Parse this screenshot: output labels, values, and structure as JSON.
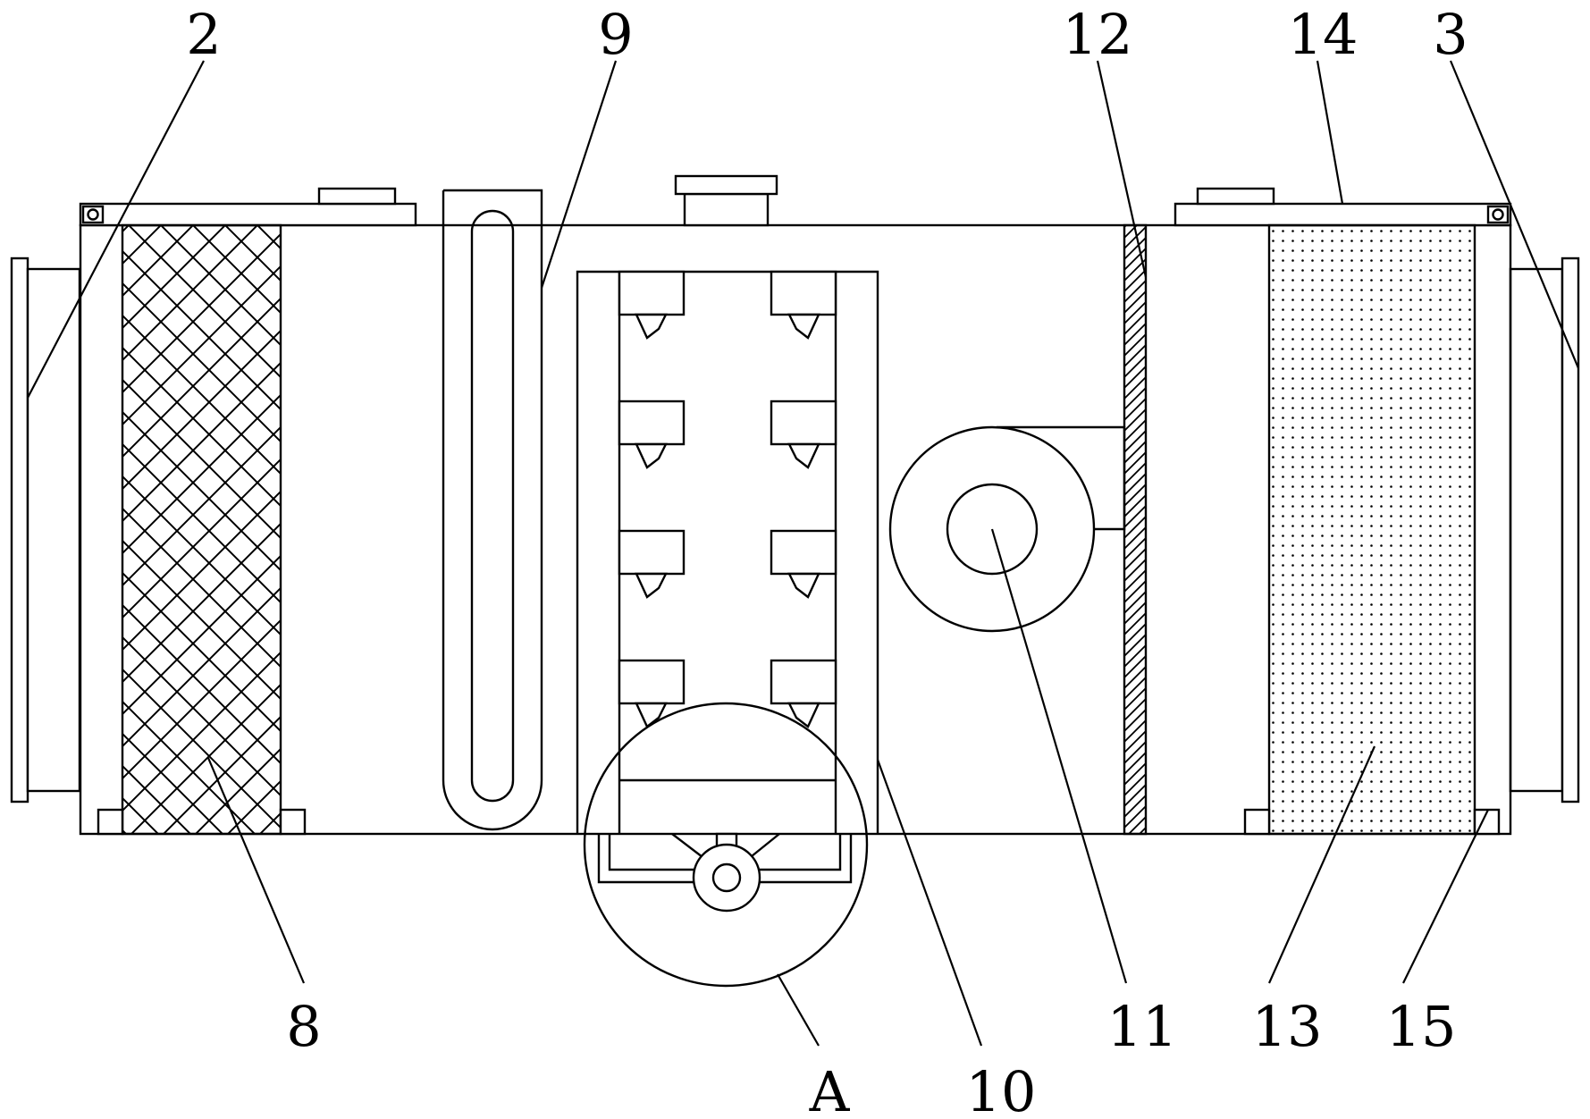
{
  "labels": {
    "l2": "2",
    "l9": "9",
    "l12": "12",
    "l14": "14",
    "l3": "3",
    "l8": "8",
    "lA": "A",
    "l10": "10",
    "l11": "11",
    "l13": "13",
    "l15": "15"
  }
}
